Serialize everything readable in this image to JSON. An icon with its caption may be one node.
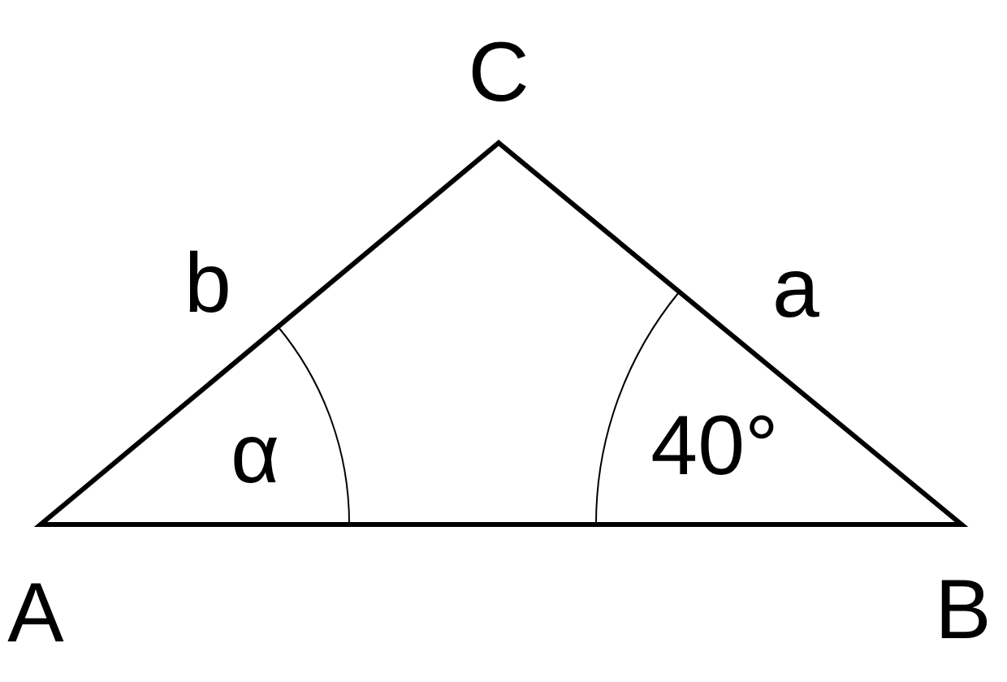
{
  "diagram": {
    "labels": [
      "C",
      "b",
      "a",
      "α",
      "40°",
      "A",
      "B"
    ]
  }
}
